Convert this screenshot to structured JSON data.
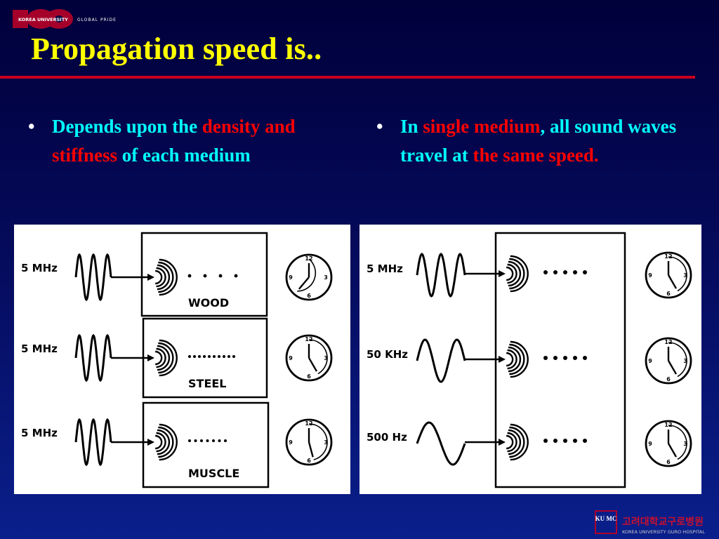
{
  "header": {
    "logo_text": "KOREA UNIVERSITY",
    "logo_tagline": "GLOBAL PRIDE",
    "title": "Propagation speed is.."
  },
  "bullets": [
    {
      "segments": [
        {
          "text": "Depends upon the ",
          "highlight": false
        },
        {
          "text": "density and stiffness",
          "highlight": true
        },
        {
          "text": " of each medium",
          "highlight": false
        }
      ]
    },
    {
      "segments": [
        {
          "text": "In ",
          "highlight": false
        },
        {
          "text": "single medium",
          "highlight": true
        },
        {
          "text": ", all sound waves travel at ",
          "highlight": false
        },
        {
          "text": "the same speed.",
          "highlight": true
        }
      ]
    }
  ],
  "figure_left": {
    "rows": [
      {
        "frequency": "5 MHz",
        "medium": "WOOD"
      },
      {
        "frequency": "5 MHz",
        "medium": "STEEL"
      },
      {
        "frequency": "5 MHz",
        "medium": "MUSCLE"
      }
    ]
  },
  "figure_right": {
    "rows": [
      {
        "frequency": "5 MHz"
      },
      {
        "frequency": "50 KHz"
      },
      {
        "frequency": "500 Hz"
      }
    ]
  },
  "clock_labels": {
    "top": "12",
    "right": "3",
    "bottom": "6",
    "left": "9"
  },
  "footer": {
    "logo_mark": "KU MC",
    "logo_korean": "고려대학교구로병원",
    "logo_english": "KOREA UNIVERSITY GURO HOSPITAL"
  },
  "colors": {
    "title": "#ffff00",
    "text": "#00ffff",
    "highlight": "#ff0000",
    "rule": "#c8001e"
  }
}
